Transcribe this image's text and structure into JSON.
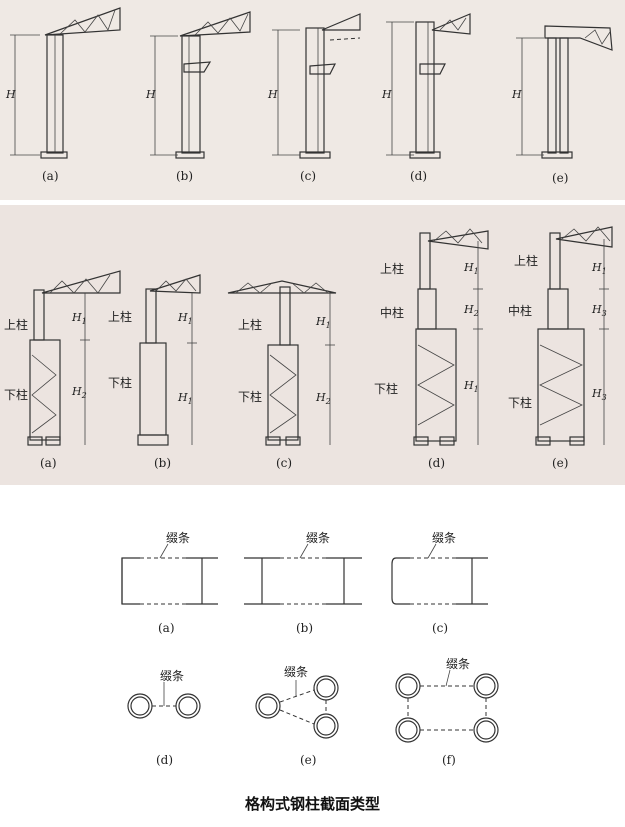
{
  "top_row": {
    "height_symbol": "H",
    "labels": [
      "(a)",
      "(b)",
      "(c)",
      "(d)",
      "(e)"
    ]
  },
  "middle_row": {
    "labels": [
      "(a)",
      "(b)",
      "(c)",
      "(d)",
      "(e)"
    ],
    "upper_column": "上柱",
    "middle_column": "中柱",
    "lower_column": "下柱",
    "h1": "H",
    "h1_sub": "1",
    "h2_sub": "2",
    "h3_sub": "3"
  },
  "sections": {
    "lacing_label": "缀条",
    "labels": [
      "(a)",
      "(b)",
      "(c)",
      "(d)",
      "(e)",
      "(f)"
    ]
  },
  "caption": "格构式钢柱截面类型"
}
